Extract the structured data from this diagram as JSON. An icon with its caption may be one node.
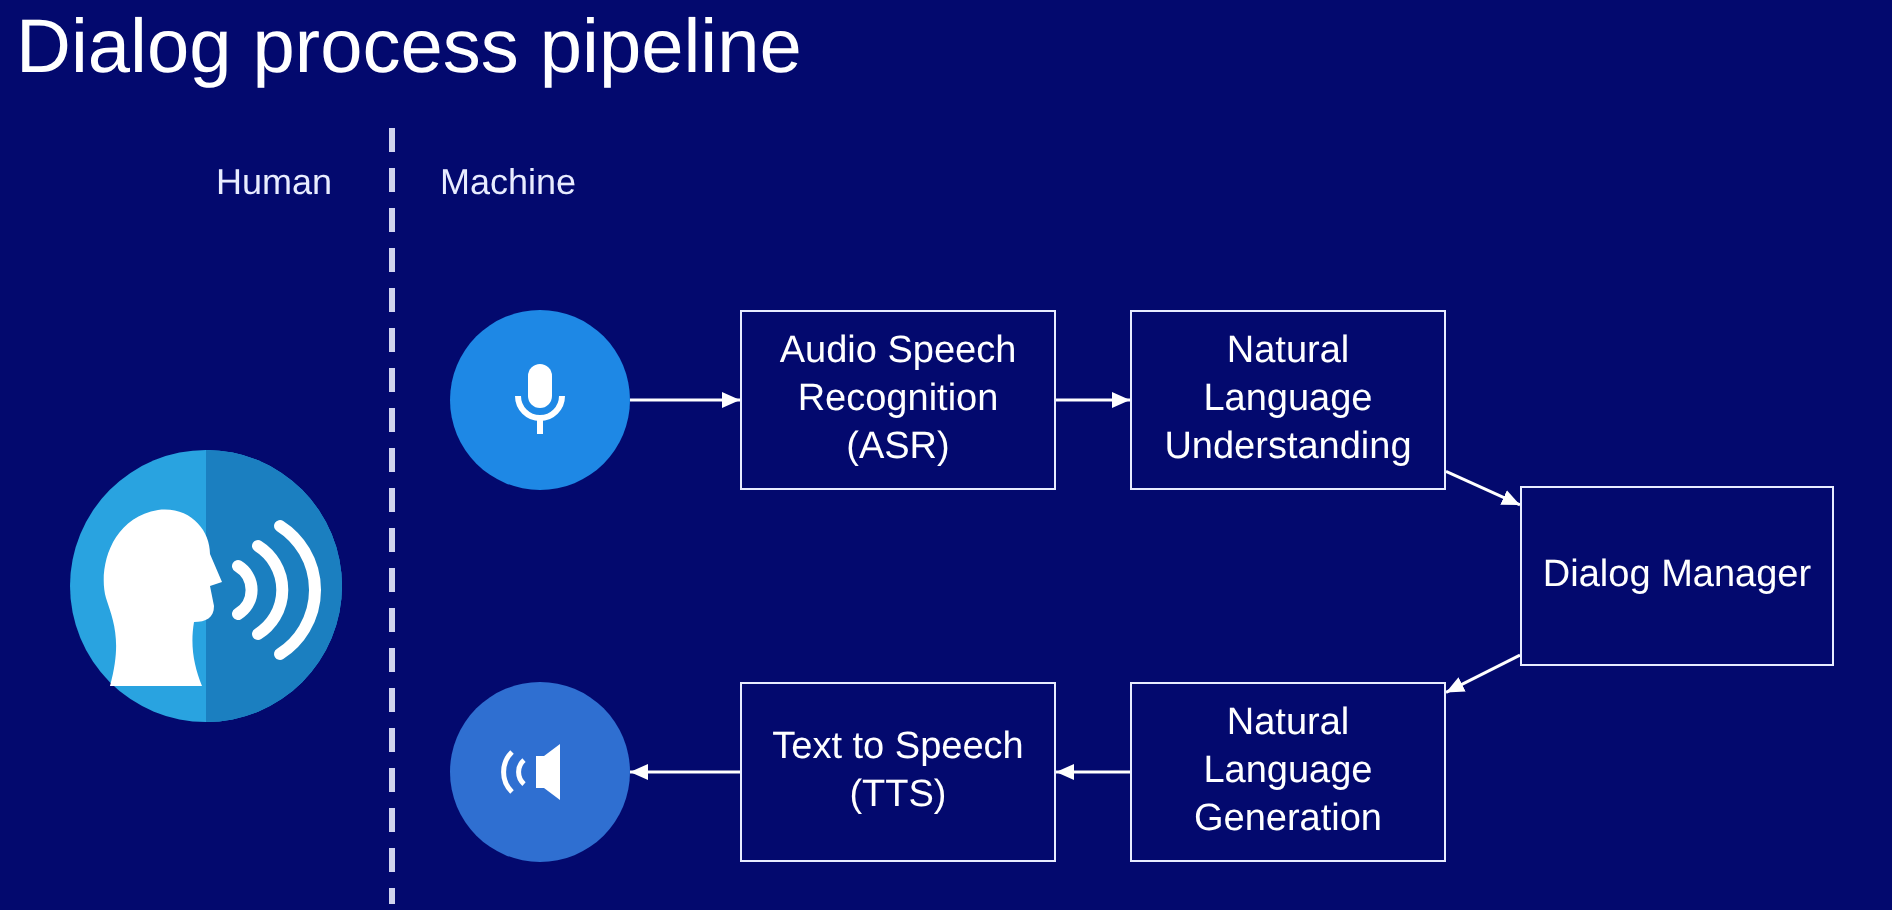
{
  "diagram": {
    "title": "Dialog process pipeline",
    "nodes": [
      {
        "text": [],
        "shape": "circle"
      },
      {
        "text": [
          "Audio Speech Recognition (ASR)"
        ]
      },
      {
        "text": [
          "Natural Language Understanding"
        ]
      },
      {
        "text": [
          "Dialog Manager"
        ]
      },
      {
        "text": [
          "Natural Language Generation"
        ]
      },
      {
        "text": [
          "Text to Speech (TTS)"
        ]
      },
      {
        "text": [],
        "shape": "circle"
      }
    ],
    "edges": [
      {
        "from": 0,
        "to": 1,
        "arrow": "to"
      },
      {
        "from": 1,
        "to": 2,
        "arrow": "to"
      },
      {
        "from": 2,
        "to": 3,
        "arrow": "to"
      },
      {
        "from": 3,
        "to": 4,
        "arrow": "to"
      },
      {
        "from": 4,
        "to": 5,
        "arrow": "to"
      },
      {
        "from": 5,
        "to": 6,
        "arrow": "to"
      }
    ],
    "labels": [
      "Human",
      "Machine"
    ]
  }
}
